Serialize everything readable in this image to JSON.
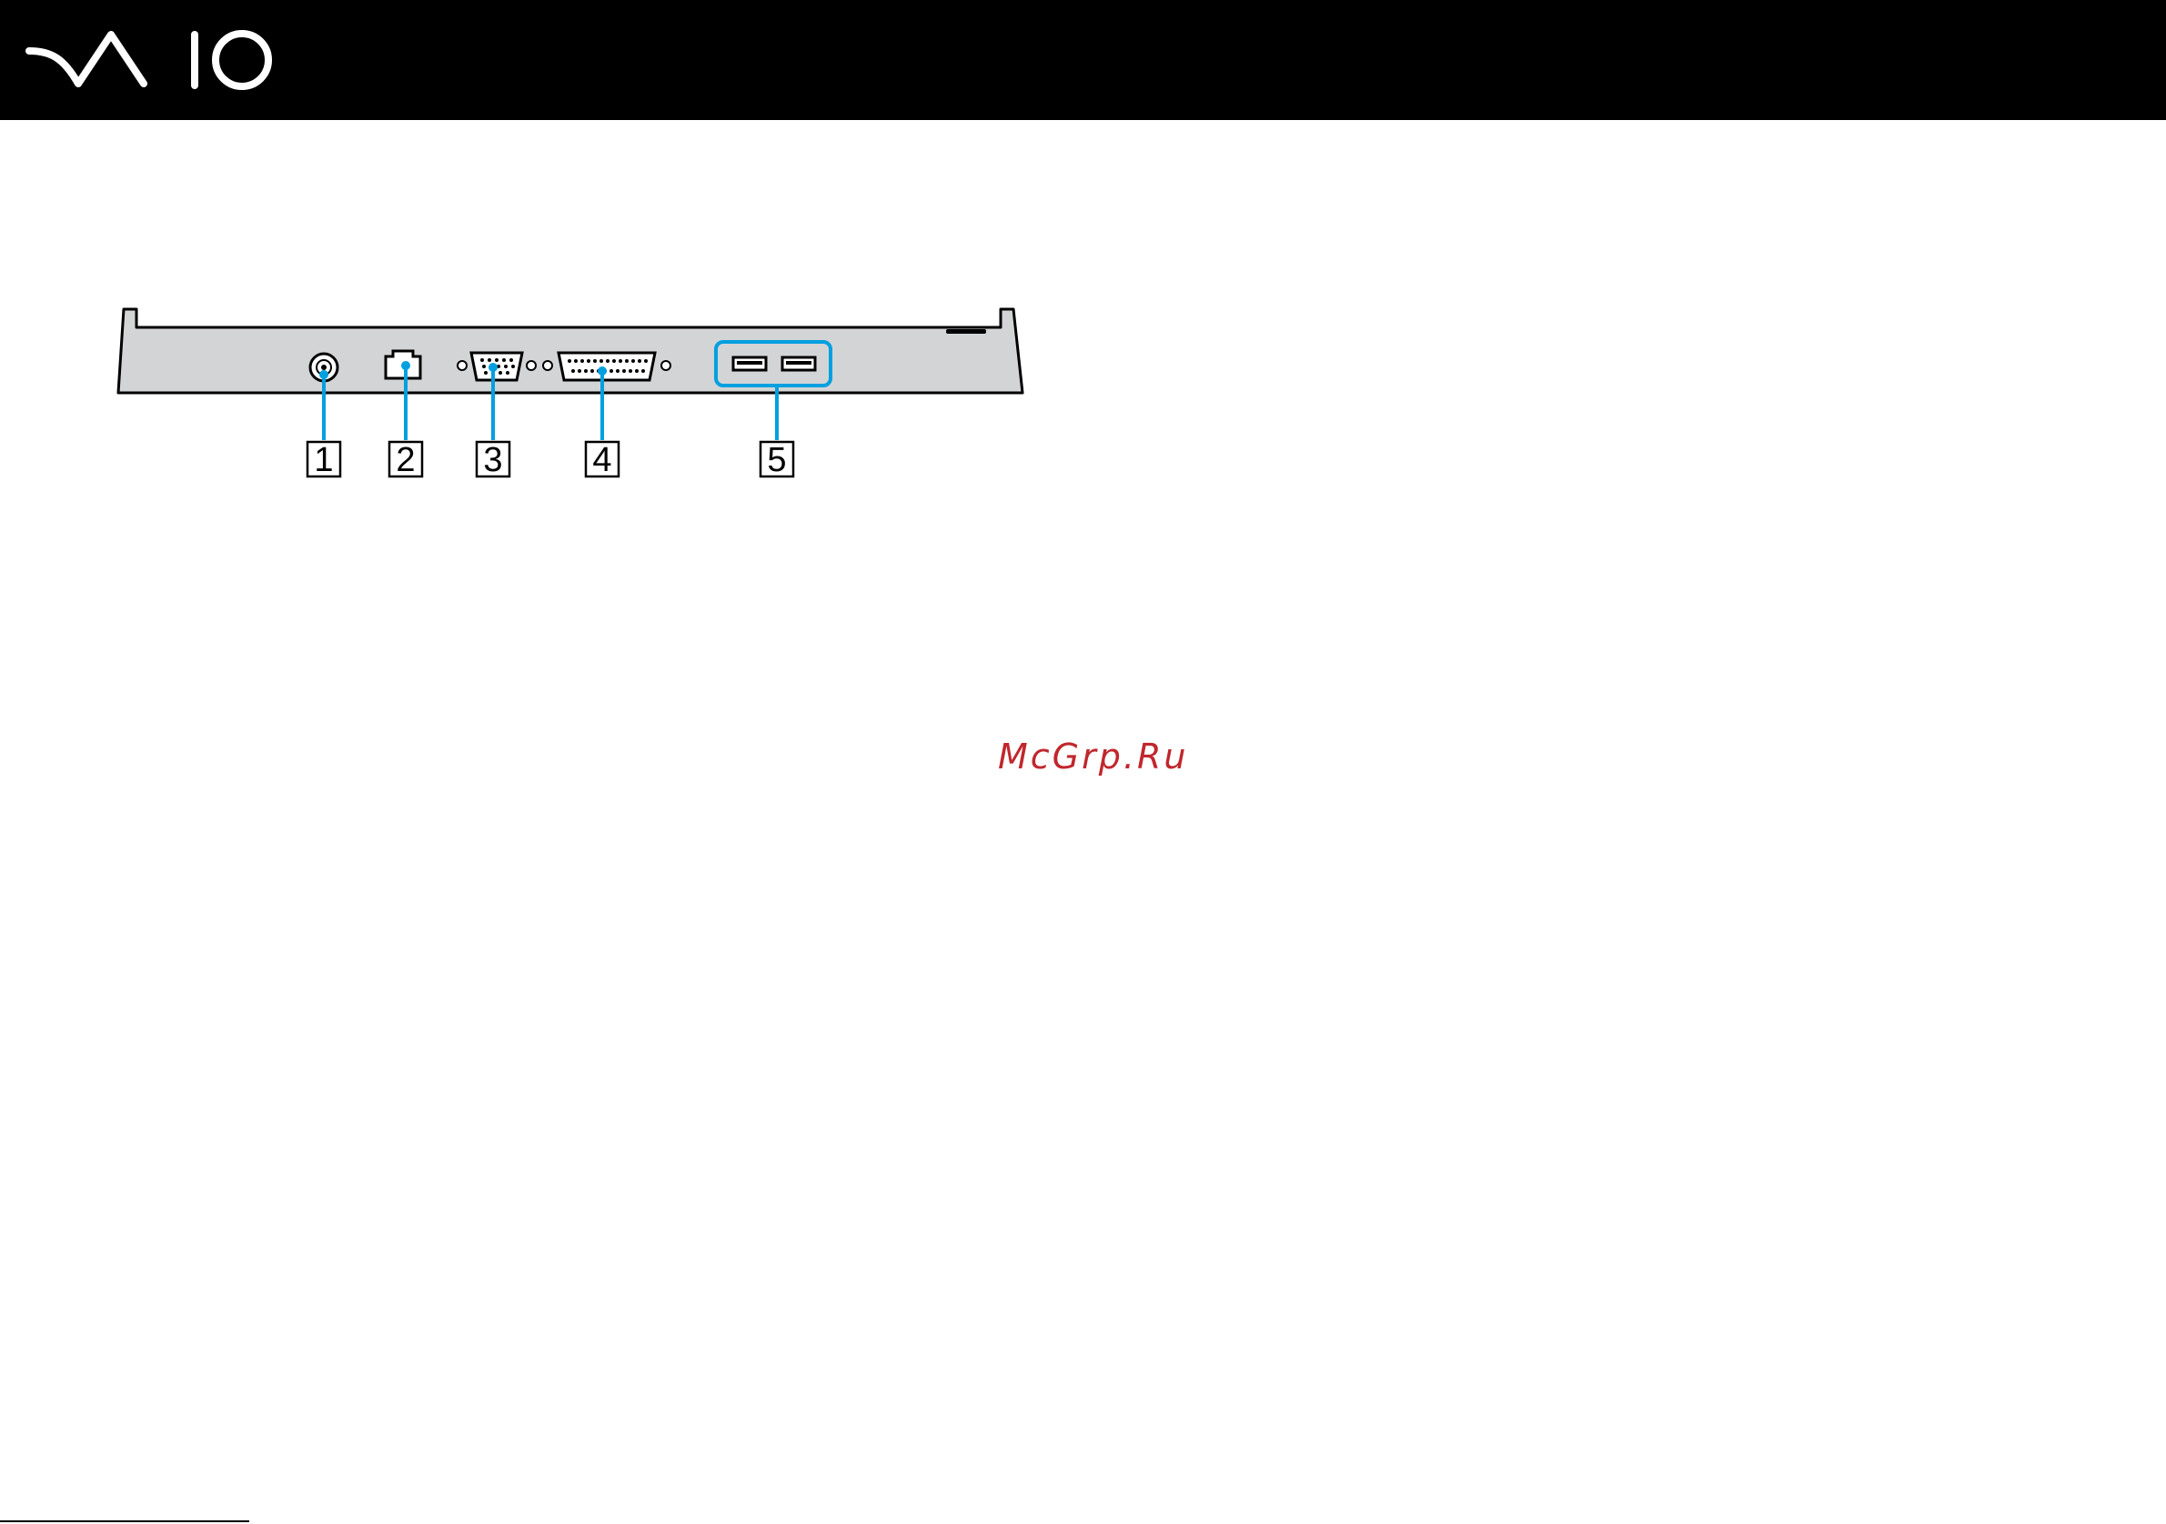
{
  "header": {
    "brand": "VAIO",
    "logo_icon": "vaio-logo-icon",
    "background_color": "#000000",
    "logo_color": "#ffffff"
  },
  "figure": {
    "callouts": [
      {
        "number": "1",
        "icon": "dc-in-port-icon"
      },
      {
        "number": "2",
        "icon": "network-port-icon"
      },
      {
        "number": "3",
        "icon": "monitor-port-icon"
      },
      {
        "number": "4",
        "icon": "printer-port-icon"
      },
      {
        "number": "5",
        "icon": "usb-ports-icon"
      }
    ],
    "leader_color": "#00a0e0",
    "body_color": "#d3d4d6"
  },
  "watermark": {
    "text": "McGrp.Ru",
    "color": "#c0272d"
  }
}
